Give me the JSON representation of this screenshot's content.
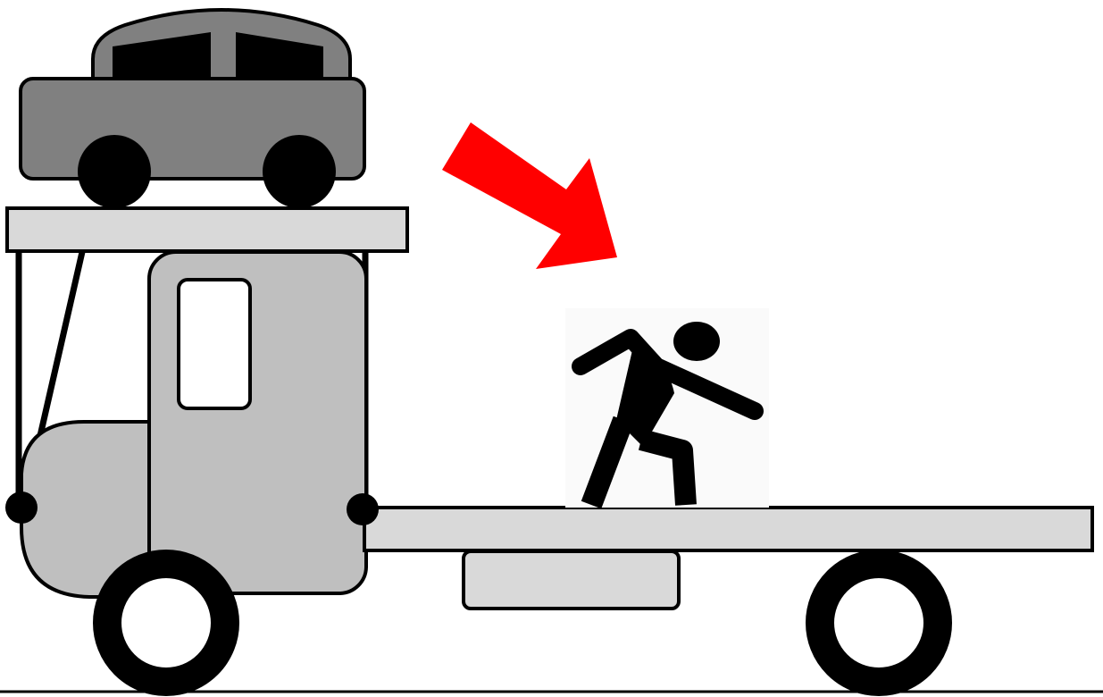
{
  "scene": {
    "elements": [
      {
        "name": "carrier-car",
        "icon": "car-icon",
        "color": "#808080"
      },
      {
        "name": "upper-deck",
        "color": "#d9d9d9"
      },
      {
        "name": "truck-cab",
        "color": "#bfbfbf"
      },
      {
        "name": "flatbed",
        "color": "#d9d9d9"
      },
      {
        "name": "warning-arrow",
        "icon": "arrow-down-right-icon",
        "color": "#ff0000"
      },
      {
        "name": "falling-person",
        "icon": "person-falling-icon",
        "color": "#000000"
      },
      {
        "name": "wheels",
        "icon": "wheel-icon",
        "color": "#000000"
      }
    ],
    "background": "#ffffff",
    "outline_color": "#000000"
  }
}
